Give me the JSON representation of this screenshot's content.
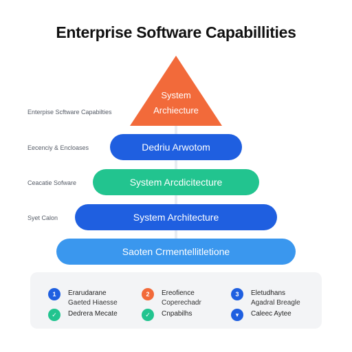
{
  "title": "Enterprise Software Capabillities",
  "pyramid": {
    "apex": {
      "line1": "System",
      "line2": "Archiecture",
      "color": "#f26a3a"
    },
    "tiers": [
      {
        "label": "Dedriu Arwotom",
        "color": "#1f5fe0"
      },
      {
        "label": "System Arcdicitecture",
        "color": "#22c48f"
      },
      {
        "label": "System Architecture",
        "color": "#1f5fe0"
      },
      {
        "label": "Saoten Crmentellitletione",
        "color": "#3a97ee"
      }
    ],
    "side_labels": [
      "Enterpise Scftware Capabilties",
      "Eecenciy & Encloases",
      "Ceacatie Sofware",
      "Syet Calon"
    ]
  },
  "legend": {
    "items": [
      {
        "title": "Erarudarane",
        "icon": "num-1-icon",
        "glyph": "1",
        "color": "#1f5fe0"
      },
      {
        "title": "Ereofience",
        "icon": "num-2-icon",
        "glyph": "2",
        "color": "#f26a3a"
      },
      {
        "title": "Eletudhans",
        "icon": "num-3-icon",
        "glyph": "3",
        "color": "#1f5fe0"
      },
      {
        "title": "Gaeted Hiaesse",
        "icon": "check-circle-icon",
        "glyph": "✓",
        "color": "#22c48f"
      },
      {
        "title": "Coperechadr",
        "icon": "check-circle-icon",
        "glyph": "✓",
        "color": "#22c48f"
      },
      {
        "title": "Agadral Breagle",
        "icon": "bookmark-icon",
        "glyph": "▾",
        "color": "#1f5fe0"
      }
    ],
    "subs": [
      "Dedrera Mecate",
      "Cnpabilhs",
      "Caleec Aytee"
    ]
  }
}
